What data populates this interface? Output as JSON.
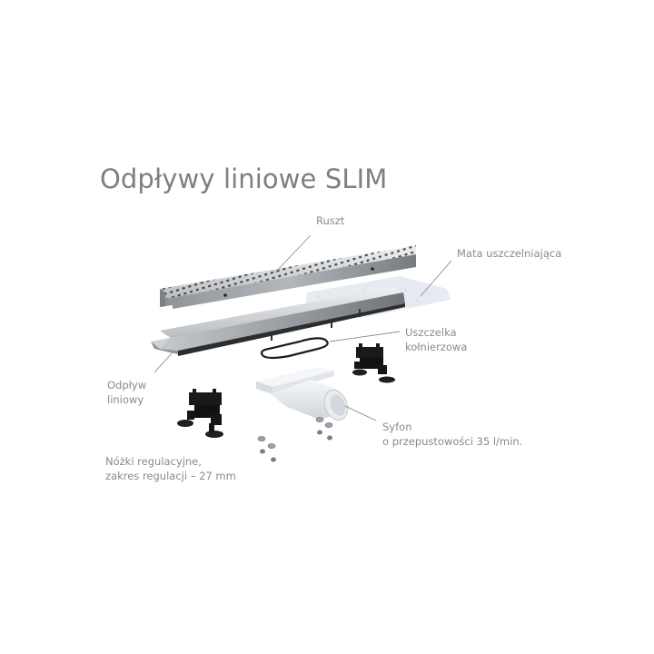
{
  "title": "Odpływy liniowe SLIM",
  "colors": {
    "title": "#7f7f80",
    "label": "#8a8a8b",
    "leader_line": "#8a8a8a",
    "steel_light": "#d9dcdf",
    "steel_mid": "#a9adb1",
    "steel_dark": "#6e7276",
    "membrane": "#e6ebf0",
    "siphon": "#eef0f3",
    "feet": "#151515"
  },
  "labels": {
    "ruszt": {
      "line1": "Ruszt"
    },
    "mata": {
      "line1": "Mata uszczelniająca"
    },
    "uszczelka": {
      "line1": "Uszczelka",
      "line2": "kołnierzowa"
    },
    "odplyw": {
      "line1": "Odpływ",
      "line2": "liniowy"
    },
    "nozki": {
      "line1": "Nóżki regulacyjne,",
      "line2": "zakres regulacji – 27 mm"
    },
    "syfon": {
      "line1": "Syfon",
      "line2": "o przepustowości 35 l/min."
    }
  },
  "components": [
    "grate",
    "sealing-mat",
    "linear-drain-channel",
    "flange-gasket",
    "adjustable-feet",
    "siphon",
    "fixing-washers"
  ]
}
